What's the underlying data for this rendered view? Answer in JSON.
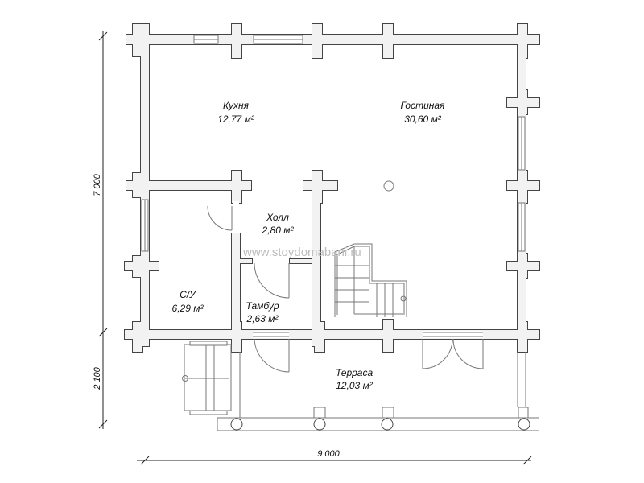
{
  "rooms": [
    {
      "name": "Кухня",
      "area": "12,77 м²"
    },
    {
      "name": "Гостиная",
      "area": "30,60 м²"
    },
    {
      "name": "Холл",
      "area": "2,80 м²"
    },
    {
      "name": "С/У",
      "area": "6,29 м²"
    },
    {
      "name": "Тамбур",
      "area": "2,63 м²"
    },
    {
      "name": "Терраса",
      "area": "12,03 м²"
    }
  ],
  "dimensions": {
    "height_main": "7 000",
    "height_terrace": "2 100",
    "width": "9 000"
  },
  "watermark": "www.stoydomabani.ru",
  "colors": {
    "wall_fill": "#f2f2f2",
    "wall_stroke": "#444444"
  }
}
